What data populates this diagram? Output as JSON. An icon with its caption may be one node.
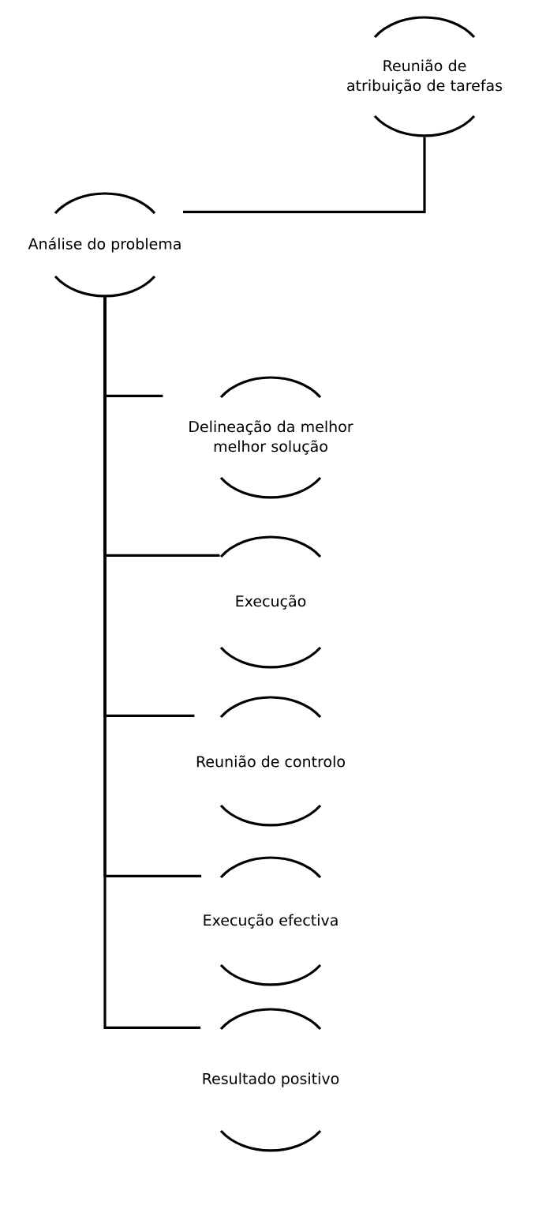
{
  "diagram": {
    "nodes": [
      {
        "text": [
          "Reunião de atribuição de tarefas"
        ]
      },
      {
        "text": [
          "Análise do problema"
        ]
      },
      {
        "text": [
          "Delineação da melhor melhor solução"
        ]
      },
      {
        "text": [
          "Execução"
        ]
      },
      {
        "text": [
          "Reunião de controlo"
        ]
      },
      {
        "text": [
          "Execução efectiva"
        ]
      },
      {
        "text": [
          "Resultado positivo"
        ]
      }
    ],
    "edges": [
      {
        "from": 0,
        "to": 1,
        "arrow": "none"
      },
      {
        "from": 1,
        "to": 2,
        "arrow": "none"
      },
      {
        "from": 1,
        "to": 3,
        "arrow": "none"
      },
      {
        "from": 1,
        "to": 4,
        "arrow": "none"
      },
      {
        "from": 1,
        "to": 5,
        "arrow": "none"
      },
      {
        "from": 1,
        "to": 6,
        "arrow": "none"
      }
    ]
  }
}
